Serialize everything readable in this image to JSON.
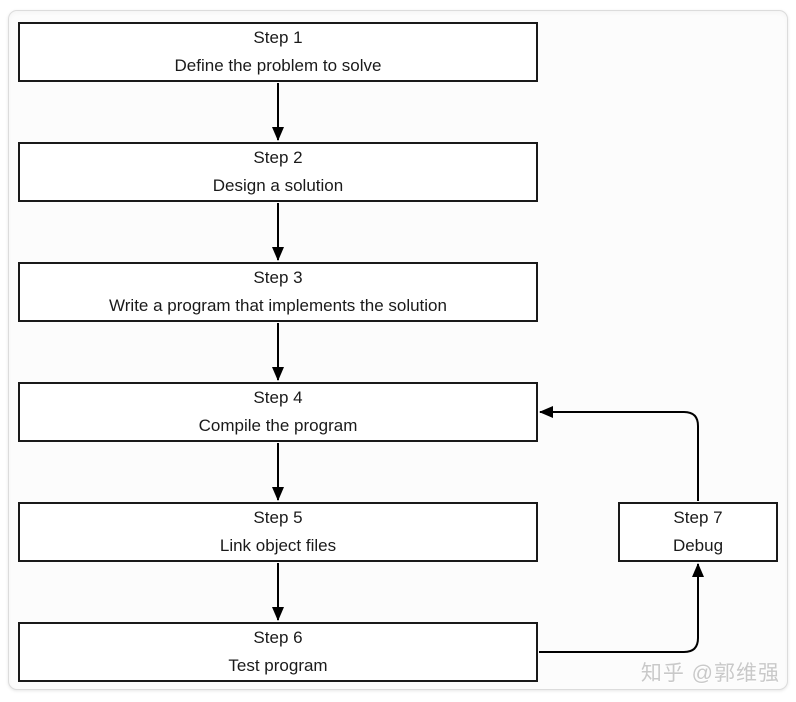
{
  "diagram": {
    "steps": [
      {
        "title": "Step 1",
        "description": "Define the problem to solve"
      },
      {
        "title": "Step 2",
        "description": "Design a solution"
      },
      {
        "title": "Step 3",
        "description": "Write a program that implements the solution"
      },
      {
        "title": "Step 4",
        "description": "Compile the program"
      },
      {
        "title": "Step 5",
        "description": "Link object files"
      },
      {
        "title": "Step 6",
        "description": "Test program"
      },
      {
        "title": "Step 7",
        "description": "Debug"
      }
    ],
    "connections": [
      {
        "from": "Step 1",
        "to": "Step 2"
      },
      {
        "from": "Step 2",
        "to": "Step 3"
      },
      {
        "from": "Step 3",
        "to": "Step 4"
      },
      {
        "from": "Step 4",
        "to": "Step 5"
      },
      {
        "from": "Step 5",
        "to": "Step 6"
      },
      {
        "from": "Step 6",
        "to": "Step 7"
      },
      {
        "from": "Step 7",
        "to": "Step 4"
      }
    ],
    "colors": {
      "box_border": "#1a1a1a",
      "box_fill": "#ffffff",
      "arrow": "#000000",
      "card_background": "#fcfcfc",
      "watermark_text": "#c9c9c9"
    }
  },
  "watermark": {
    "text": "知乎 @郭维强"
  }
}
